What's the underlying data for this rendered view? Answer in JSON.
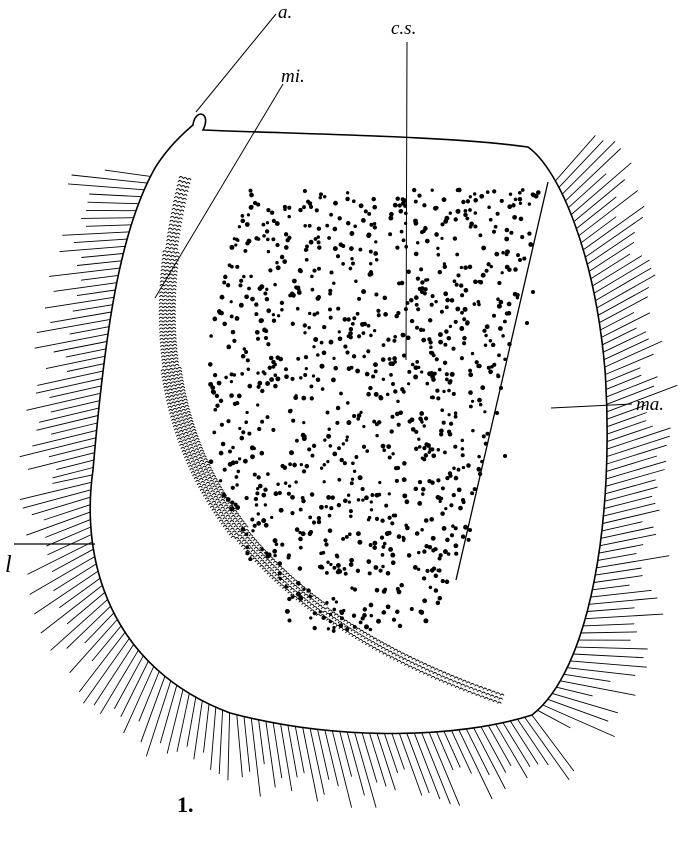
{
  "figure": {
    "number": "1.",
    "labels": {
      "a": "a.",
      "mi": "mi.",
      "cs": "c.s.",
      "ma": "ma.",
      "l": "l"
    }
  },
  "colors": {
    "ink": "#000000",
    "paper": "#ffffff"
  }
}
